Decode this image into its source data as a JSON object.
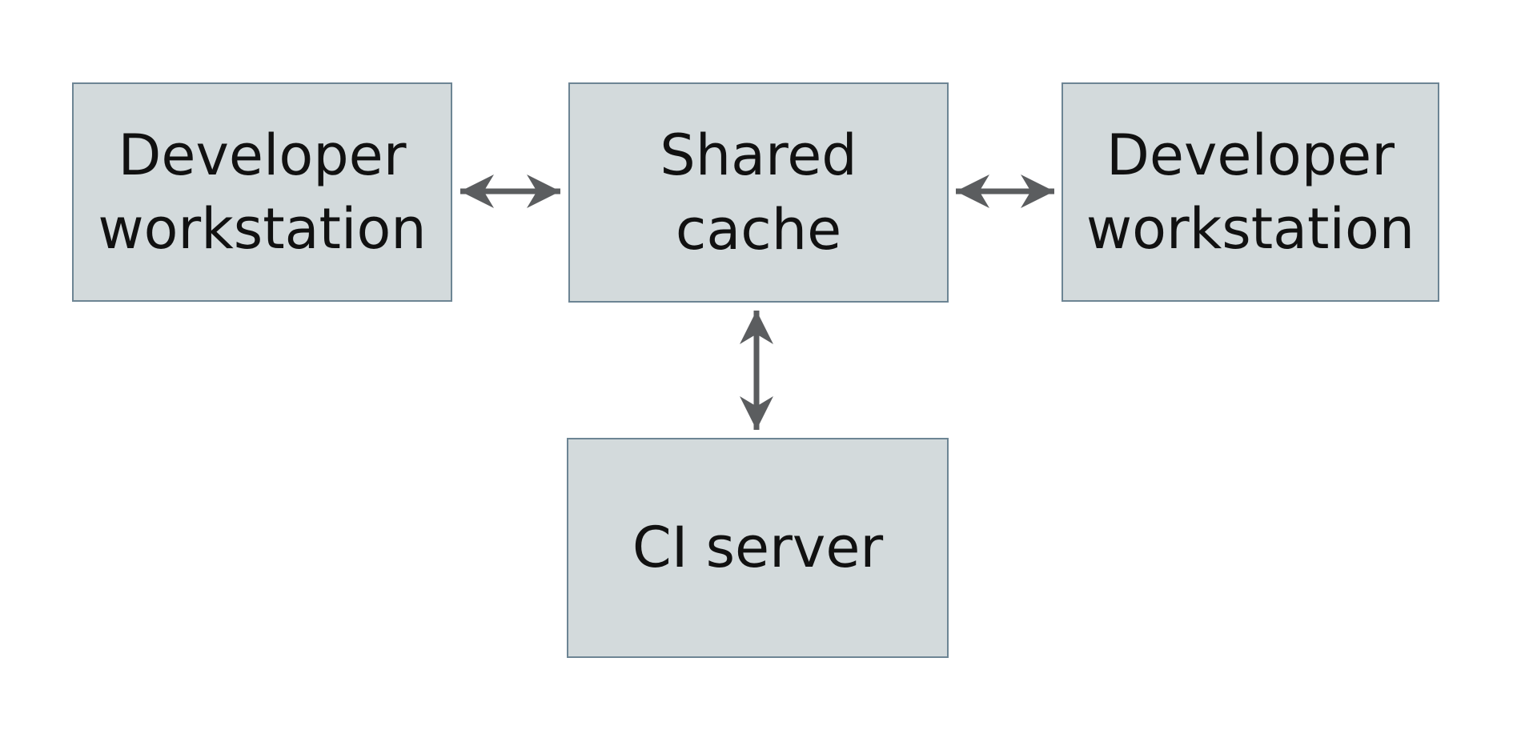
{
  "diagram": {
    "type": "architecture-diagram",
    "nodes": [
      {
        "id": "developer-workstation-left",
        "label": "Developer\nworkstation"
      },
      {
        "id": "shared-cache",
        "label": "Shared\ncache"
      },
      {
        "id": "developer-workstation-right",
        "label": "Developer\nworkstation"
      },
      {
        "id": "ci-server",
        "label": "CI server"
      }
    ],
    "edges": [
      {
        "from": "developer-workstation-left",
        "to": "shared-cache",
        "style": "double-headed-arrow"
      },
      {
        "from": "shared-cache",
        "to": "developer-workstation-right",
        "style": "double-headed-arrow"
      },
      {
        "from": "shared-cache",
        "to": "ci-server",
        "style": "double-headed-arrow"
      }
    ]
  },
  "colors": {
    "background": "#ffffff",
    "node_fill": "#d3dadc",
    "node_border": "#6d8594",
    "arrow": "#5b5d5f",
    "text": "#111111"
  }
}
